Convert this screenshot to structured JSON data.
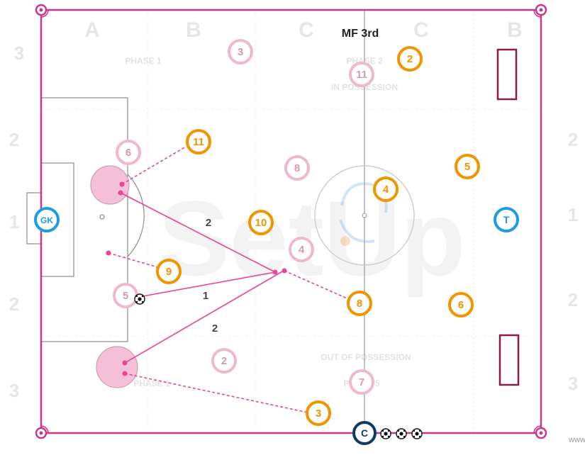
{
  "title": "MF 3rd",
  "watermark": "SetUp",
  "site_text": "www",
  "zone_letters": [
    "A",
    "B",
    "C",
    "C",
    "B"
  ],
  "zone_numbers": [
    "3",
    "2",
    "1",
    "2",
    "3"
  ],
  "phase_labels": {
    "phase1": "PHASE 1",
    "phase2": "PHASE 2",
    "in_possession": "IN POSSESSION",
    "out_of_possession": "OUT OF POSSESSION",
    "phase_bottom_left": "PHASE 1",
    "phase_bottom_right": "PHASE 5"
  },
  "pass_labels": [
    "2",
    "1",
    "2"
  ],
  "special_markers": {
    "goalkeeper": "GK",
    "target": "T",
    "coach": "C"
  },
  "orange_players": [
    "11",
    "2",
    "10",
    "4",
    "5",
    "9",
    "8",
    "6",
    "3"
  ],
  "pink_players": [
    "3",
    "11",
    "6",
    "8",
    "4",
    "5",
    "2",
    "7"
  ],
  "colors": {
    "pitch_border": "#c8378a",
    "orange": "#f29300",
    "pink_outline": "#eeb9cc",
    "pink_line": "#e8449a",
    "blue": "#1c9be6",
    "navy": "#0d3b66",
    "mini_goal": "#8a1c48"
  }
}
